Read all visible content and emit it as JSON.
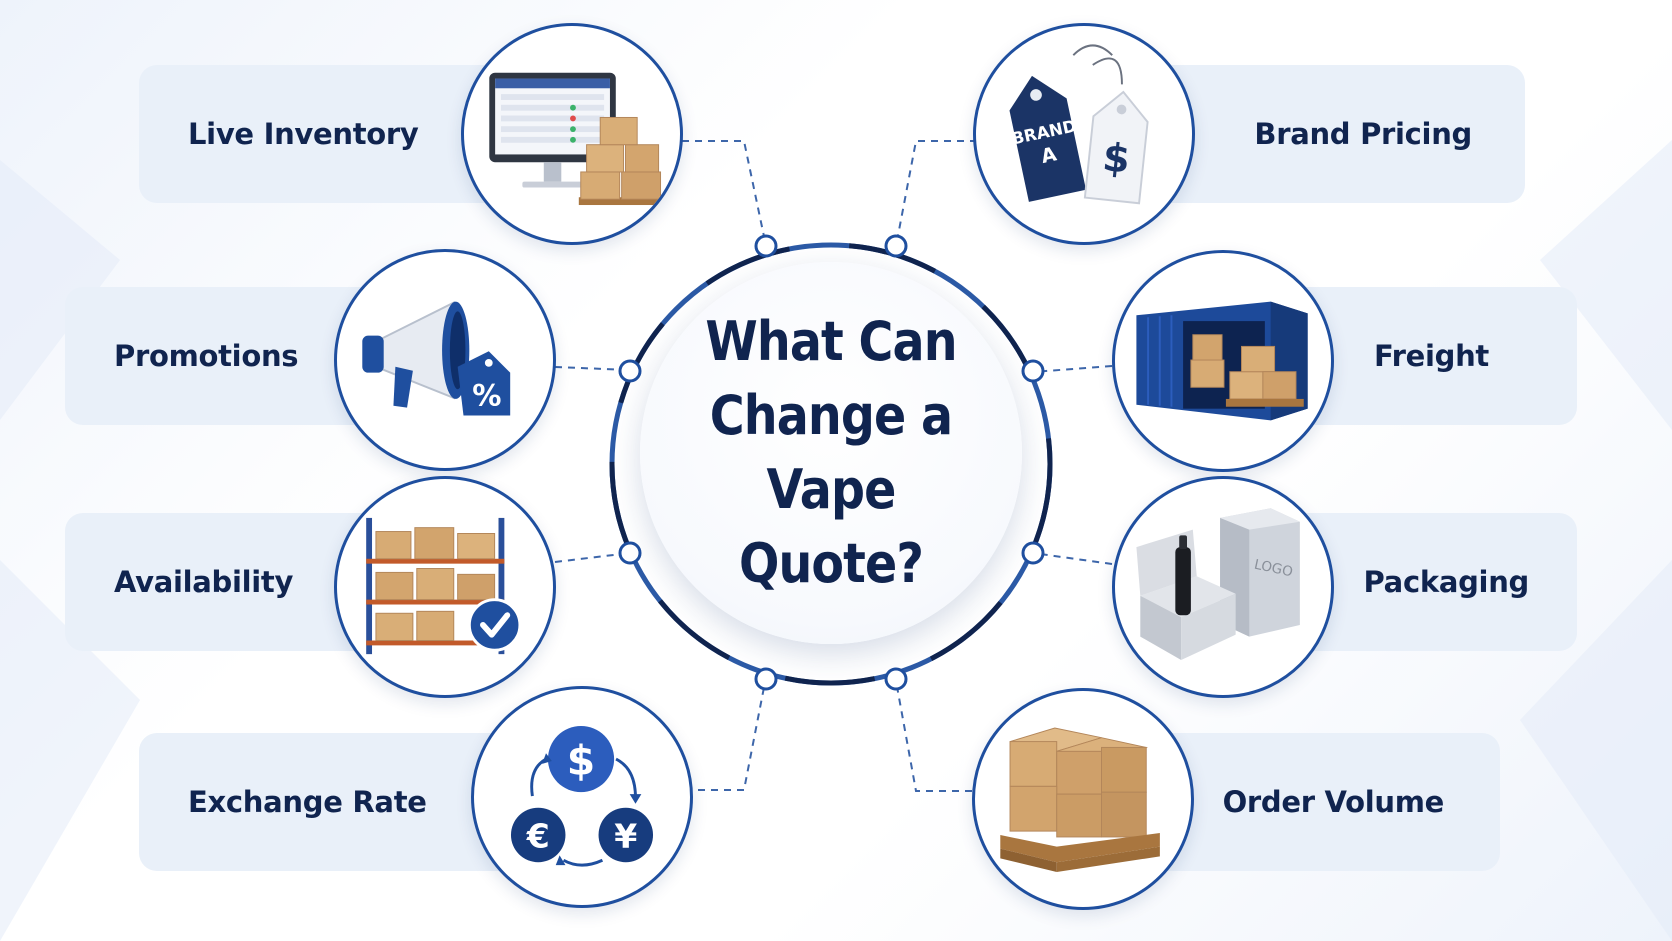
{
  "title": "What Can Change a Vape Quote?",
  "factors": {
    "live_inventory": "Live Inventory",
    "promotions": "Promotions",
    "availability": "Availability",
    "exchange_rate": "Exchange Rate",
    "brand_pricing": "Brand Pricing",
    "freight": "Freight",
    "packaging": "Packaging",
    "order_volume": "Order Volume"
  },
  "icons": {
    "live_inventory": "computer-with-boxes-icon",
    "promotions": "megaphone-with-percent-tag-icon",
    "availability": "warehouse-shelves-with-checkmark-icon",
    "exchange_rate": "currency-exchange-icon",
    "brand_pricing": "brand-price-tags-icon",
    "freight": "shipping-container-icon",
    "packaging": "product-packaging-box-icon",
    "order_volume": "pallet-of-boxes-icon"
  },
  "image_text": {
    "tag_brand": "BRAND",
    "tag_brand_letter": "A",
    "tag_dollar": "$",
    "percent": "%",
    "dollar": "$",
    "euro": "€",
    "yen": "¥",
    "logo": "LOGO"
  },
  "colors": {
    "navy": "#10244f",
    "accent_blue": "#1f4f9f",
    "pill_bg": "#e9f0f9",
    "cardboard": "#d7ab74"
  }
}
